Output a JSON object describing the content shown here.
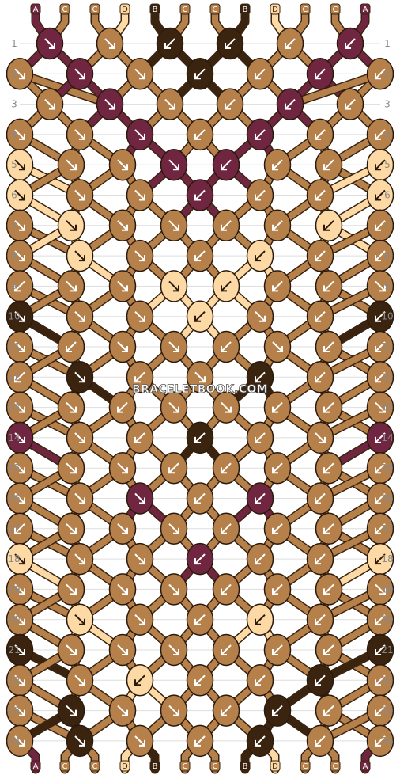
{
  "watermark": "BRACELETBOOK.COM",
  "strings": [
    "A",
    "C",
    "C",
    "D",
    "B",
    "C",
    "C",
    "B",
    "D",
    "C",
    "C",
    "A"
  ],
  "string_colors": {
    "A": "#702641",
    "B": "#3a2410",
    "C": "#b5804a",
    "D": "#fddaa5"
  },
  "rows": [
    "1",
    "2",
    "3",
    "4",
    "5",
    "6",
    "7",
    "8",
    "9",
    "10",
    "11",
    "12",
    "13",
    "14",
    "15",
    "16",
    "17",
    "18",
    "19",
    "20",
    "21",
    "22",
    "23",
    "24"
  ],
  "knots": [
    [
      "A:se",
      "C:se",
      "B:sw",
      "B:sw",
      "C:sw",
      "A:sw"
    ],
    [
      "C:se",
      "A:se",
      "C:se",
      "B:sw",
      "C:sw",
      "A:sw",
      "C:sw"
    ],
    [
      "C:se",
      "A:se",
      "C:se",
      "C:sw",
      "A:sw",
      "C:sw"
    ],
    [
      "C:se",
      "C:se",
      "A:se",
      "C:sw",
      "A:sw",
      "C:sw",
      "C:sw"
    ],
    [
      "D:se",
      "C:se",
      "C:se",
      "A:se",
      "A:sw",
      "C:sw",
      "C:sw",
      "D:sw"
    ],
    [
      "D:se",
      "C:se",
      "C:se",
      "A:sw",
      "C:sw",
      "C:sw",
      "D:sw"
    ],
    [
      "C:se",
      "D:se",
      "C:se",
      "C:se",
      "C:sw",
      "C:sw",
      "D:sw",
      "C:sw"
    ],
    [
      "C:se",
      "D:se",
      "C:se",
      "C:sw",
      "D:sw",
      "C:sw",
      "C:sw"
    ],
    [
      "C:sw",
      "C:se",
      "C:se",
      "D:se",
      "D:sw",
      "C:sw",
      "C:sw",
      "C:se"
    ],
    [
      "B:se",
      "C:se",
      "C:se",
      "D:sw",
      "C:se",
      "C:sw",
      "B:sw"
    ],
    [
      "C:se",
      "C:sw",
      "C:se",
      "C:se",
      "C:sw",
      "C:se",
      "C:sw",
      "C:sw"
    ],
    [
      "C:sw",
      "B:se",
      "C:sw",
      "C:se",
      "B:sw",
      "C:sw",
      "C:sw"
    ],
    [
      "C:se",
      "C:se",
      "C:sw",
      "C:se",
      "C:se",
      "C:sw",
      "C:sw",
      "C:se"
    ],
    [
      "A:se",
      "C:se",
      "C:sw",
      "B:sw",
      "C:sw",
      "C:se",
      "A:sw"
    ],
    [
      "C:se",
      "C:se",
      "C:se",
      "C:sw",
      "C:sw",
      "C:sw",
      "C:sw",
      "C:sw"
    ],
    [
      "C:se",
      "C:se",
      "A:se",
      "C:sw",
      "A:sw",
      "C:sw",
      "C:sw"
    ],
    [
      "C:sw",
      "C:se",
      "C:se",
      "C:se",
      "C:sw",
      "C:sw",
      "C:sw",
      "C:sw"
    ],
    [
      "D:se",
      "C:se",
      "C:se",
      "A:sw",
      "C:sw",
      "C:sw",
      "D:sw"
    ],
    [
      "C:se",
      "C:se",
      "C:se",
      "C:se",
      "C:sw",
      "C:sw",
      "C:sw",
      "C:se"
    ],
    [
      "C:se",
      "D:se",
      "C:se",
      "C:sw",
      "D:sw",
      "C:sw",
      "C:sw"
    ],
    [
      "B:se",
      "C:se",
      "C:se",
      "C:se",
      "C:sw",
      "C:sw",
      "C:sw",
      "B:sw"
    ],
    [
      "C:se",
      "C:se",
      "D:sw",
      "C:sw",
      "C:sw",
      "B:sw",
      "C:sw"
    ],
    [
      "C:se",
      "B:se",
      "C:se",
      "C:se",
      "C:sw",
      "B:sw",
      "C:sw",
      "C:sw"
    ],
    [
      "C:se",
      "B:se",
      "C:se",
      "C:sw",
      "B:sw",
      "C:sw",
      "C:sw"
    ]
  ]
}
